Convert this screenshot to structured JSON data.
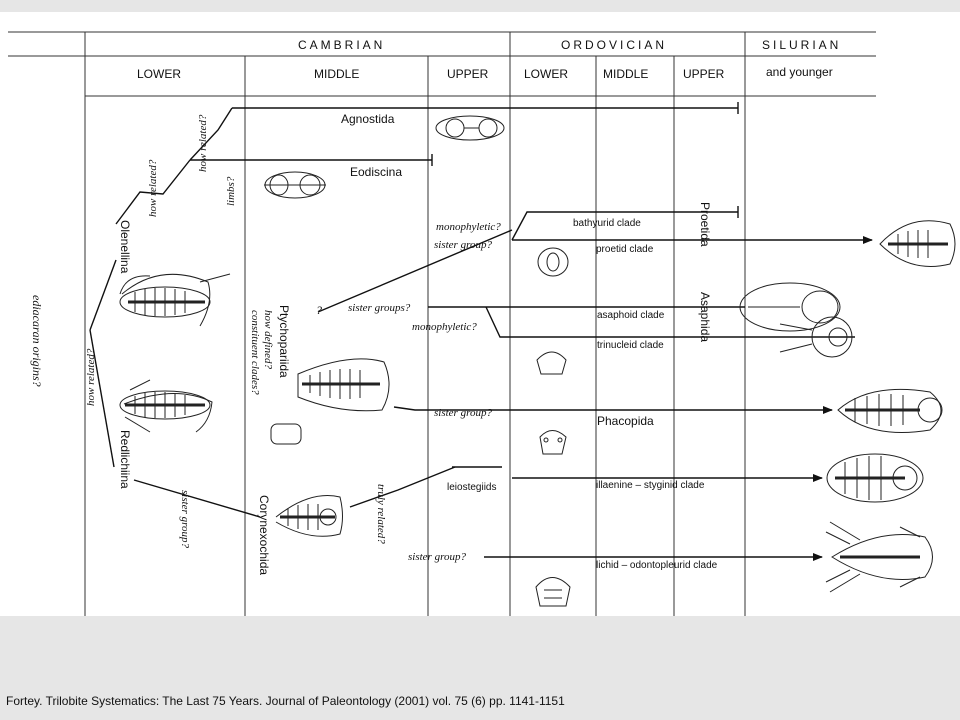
{
  "periods": {
    "cambrian": "CAMBRIAN",
    "ordovician": "ORDOVICIAN",
    "silurian": "SILURIAN"
  },
  "subdivisions": {
    "cambrian_lower": "LOWER",
    "cambrian_middle": "MIDDLE",
    "cambrian_upper": "UPPER",
    "ordovician_lower": "LOWER",
    "ordovician_middle": "MIDDLE",
    "ordovician_upper": "UPPER",
    "silurian_younger": "and younger"
  },
  "groups": {
    "olenellina": "Olenellina",
    "redlichiina": "Redlichiina",
    "agnostida": "Agnostida",
    "eodiscina": "Eodiscina",
    "ptychopariida": "Ptychopariida",
    "corynexochida": "Corynexochida",
    "proetida": "Proetida",
    "asaphida": "Asaphida",
    "phacopida": "Phacopida",
    "leiostegiids": "leiostegiids"
  },
  "clades": {
    "bathyurid": "bathyurid clade",
    "proetid": "proetid clade",
    "asaphoid": "asaphoid clade",
    "trinucleid": "trinucleid clade",
    "illaenine": "illaenine – styginid clade",
    "lichid": "lichid – odontopleurid clade"
  },
  "notes": {
    "ediacaran": "ediacaran origins?",
    "how_related_1": "how related?",
    "how_related_2": "how related?",
    "how_related_3": "how related?",
    "limbs": "limbs?",
    "how_defined": "how defined?",
    "constituent_clades": "constituent clades?",
    "monophyletic_1": "monophyletic?",
    "sister_group_1": "sister group?",
    "q_mark": "?",
    "sister_groups": "sister groups?",
    "monophyletic_2": "monophyletic?",
    "sister_group_2": "sister group?",
    "truly_related": "truly related?",
    "sister_group_3": "sister group?",
    "sister_group_4": "sister group?"
  },
  "caption": "Fortey. Trilobite Systematics: The Last 75 Years. Journal of Paleontology (2001) vol. 75 (6) pp. 1141-1151",
  "colors": {
    "background": "#e6e6e6",
    "figure": "#ffffff",
    "ink": "#111111"
  }
}
